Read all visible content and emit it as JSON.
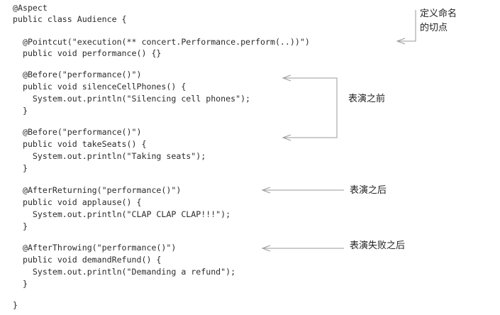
{
  "code_lines": [
    "@Aspect",
    "public class Audience {",
    "  @Pointcut(\"execution(** concert.Performance.perform(..))\")",
    "  public void performance() {}",
    "  @Before(\"performance()\")",
    "  public void silenceCellPhones() {",
    "    System.out.println(\"Silencing cell phones\");",
    "  }",
    "  @Before(\"performance()\")",
    "  public void takeSeats() {",
    "    System.out.println(\"Taking seats\");",
    "  }",
    "  @AfterReturning(\"performance()\")",
    "  public void applause() {",
    "    System.out.println(\"CLAP CLAP CLAP!!!\");",
    "  }",
    "  @AfterThrowing(\"performance()\")",
    "  public void demandRefund() {",
    "    System.out.println(\"Demanding a refund\");",
    "  }",
    "}"
  ],
  "annotations": {
    "pointcut_line1": "定义命名",
    "pointcut_line2": "的切点",
    "before": "表演之前",
    "after_returning": "表演之后",
    "after_throwing": "表演失败之后"
  },
  "colors": {
    "code_text": "#2b2b2b",
    "arrow": "#9a9a9a"
  }
}
